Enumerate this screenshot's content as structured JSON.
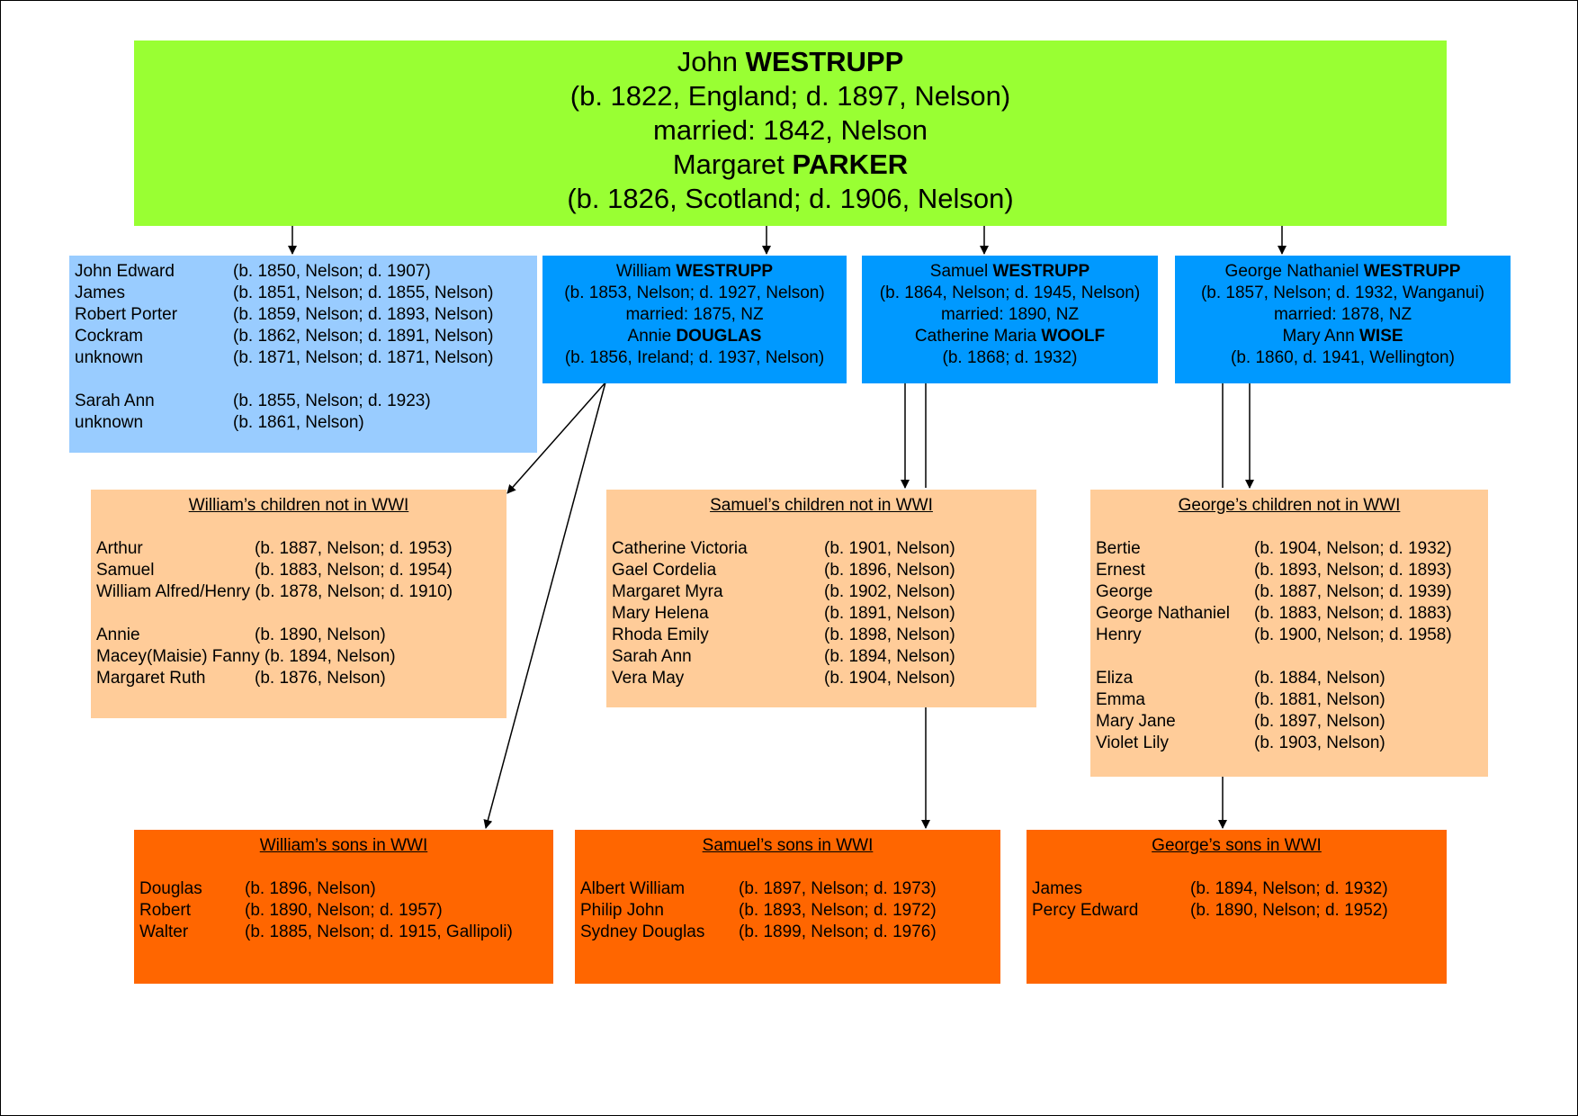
{
  "root": {
    "husband_given": "John",
    "husband_surname": "WESTRUPP",
    "husband_dates": "(b. 1822, England; d. 1897, Nelson)",
    "marriage": "married: 1842, Nelson",
    "wife_given": "Margaret",
    "wife_surname": "PARKER",
    "wife_dates": "(b. 1826, Scotland; d. 1906, Nelson)"
  },
  "other_children": [
    {
      "name": "John Edward",
      "dates": "(b. 1850, Nelson; d. 1907)"
    },
    {
      "name": "James",
      "dates": "(b. 1851, Nelson; d. 1855, Nelson)"
    },
    {
      "name": "Robert Porter",
      "dates": "(b. 1859, Nelson; d. 1893, Nelson)"
    },
    {
      "name": "Cockram",
      "dates": "(b. 1862, Nelson; d. 1891, Nelson)"
    },
    {
      "name": "unknown",
      "dates": "(b. 1871, Nelson; d. 1871, Nelson)"
    },
    {
      "name": "Sarah Ann",
      "dates": "(b. 1855, Nelson; d. 1923)"
    },
    {
      "name": "unknown",
      "dates": "(b. 1861, Nelson)"
    }
  ],
  "william": {
    "given": "William",
    "surname": "WESTRUPP",
    "dates": "(b. 1853, Nelson; d. 1927, Nelson)",
    "marriage": "married: 1875, NZ",
    "spouse_given": "Annie",
    "spouse_surname": "DOUGLAS",
    "spouse_dates": "(b. 1856, Ireland; d. 1937, Nelson)"
  },
  "samuel": {
    "given": "Samuel",
    "surname": "WESTRUPP",
    "dates": "(b. 1864, Nelson; d. 1945, Nelson)",
    "marriage": "married: 1890, NZ",
    "spouse_given": "Catherine Maria",
    "spouse_surname": "WOOLF",
    "spouse_dates": "(b. 1868; d. 1932)"
  },
  "george": {
    "given": "George Nathaniel",
    "surname": "WESTRUPP",
    "dates": "(b. 1857, Nelson; d. 1932, Wanganui)",
    "marriage": "married: 1878, NZ",
    "spouse_given": "Mary Ann",
    "spouse_surname": "WISE",
    "spouse_dates": "(b. 1860, d. 1941, Wellington)"
  },
  "william_children": {
    "title": "William’s children not in WWI",
    "items": [
      {
        "name": "Arthur",
        "dates": "(b. 1887, Nelson; d. 1953)"
      },
      {
        "name": "Samuel",
        "dates": "(b. 1883, Nelson; d. 1954)"
      },
      {
        "name": "William Alfred/Henry",
        "dates": "(b. 1878, Nelson; d. 1910)"
      },
      {
        "name": "Annie",
        "dates": "(b. 1890, Nelson)"
      },
      {
        "name": "Macey(Maisie) Fanny",
        "dates": "(b. 1894, Nelson)"
      },
      {
        "name": "Margaret Ruth",
        "dates": "(b. 1876, Nelson)"
      }
    ]
  },
  "samuel_children": {
    "title": "Samuel’s children not in WWI",
    "items": [
      {
        "name": "Catherine Victoria",
        "dates": "(b. 1901, Nelson)"
      },
      {
        "name": "Gael Cordelia",
        "dates": "(b. 1896, Nelson)"
      },
      {
        "name": "Margaret Myra",
        "dates": "(b. 1902, Nelson)"
      },
      {
        "name": "Mary Helena",
        "dates": "(b. 1891, Nelson)"
      },
      {
        "name": "Rhoda Emily",
        "dates": "(b. 1898, Nelson)"
      },
      {
        "name": "Sarah Ann",
        "dates": "(b. 1894, Nelson)"
      },
      {
        "name": "Vera May",
        "dates": "(b. 1904, Nelson)"
      }
    ]
  },
  "george_children": {
    "title": "George’s children not in WWI",
    "items": [
      {
        "name": "Bertie",
        "dates": "(b. 1904, Nelson; d. 1932)"
      },
      {
        "name": "Ernest",
        "dates": "(b. 1893, Nelson; d. 1893)"
      },
      {
        "name": "George",
        "dates": "(b. 1887, Nelson; d. 1939)"
      },
      {
        "name": "George Nathaniel",
        "dates": "(b. 1883, Nelson; d. 1883)"
      },
      {
        "name": "Henry",
        "dates": "(b. 1900, Nelson; d. 1958)"
      },
      {
        "name": "Eliza",
        "dates": "(b. 1884, Nelson)"
      },
      {
        "name": "Emma",
        "dates": "(b. 1881, Nelson)"
      },
      {
        "name": "Mary Jane",
        "dates": "(b. 1897, Nelson)"
      },
      {
        "name": "Violet Lily",
        "dates": "(b. 1903, Nelson)"
      }
    ]
  },
  "william_sons": {
    "title": "William’s sons in WWI",
    "items": [
      {
        "name": "Douglas",
        "dates": "(b. 1896, Nelson)"
      },
      {
        "name": "Robert",
        "dates": "(b. 1890, Nelson; d. 1957)"
      },
      {
        "name": "Walter",
        "dates": "(b. 1885, Nelson; d. 1915, Gallipoli)"
      }
    ]
  },
  "samuel_sons": {
    "title": "Samuel’s sons in WWI",
    "items": [
      {
        "name": "Albert William",
        "dates": "(b. 1897, Nelson; d. 1973)"
      },
      {
        "name": "Philip John",
        "dates": "(b. 1893, Nelson; d. 1972)"
      },
      {
        "name": "Sydney Douglas",
        "dates": "(b. 1899, Nelson; d. 1976)"
      }
    ]
  },
  "george_sons": {
    "title": "George’s sons in WWI",
    "items": [
      {
        "name": "James",
        "dates": "(b. 1894, Nelson; d. 1932)"
      },
      {
        "name": "Percy Edward",
        "dates": "(b. 1890, Nelson; d. 1952)"
      }
    ]
  },
  "colors": {
    "root": "#99ff33",
    "other_children": "#99ccff",
    "child_family": "#0099ff",
    "not_in_wwi": "#ffcc99",
    "sons_in_wwi": "#ff6600"
  }
}
